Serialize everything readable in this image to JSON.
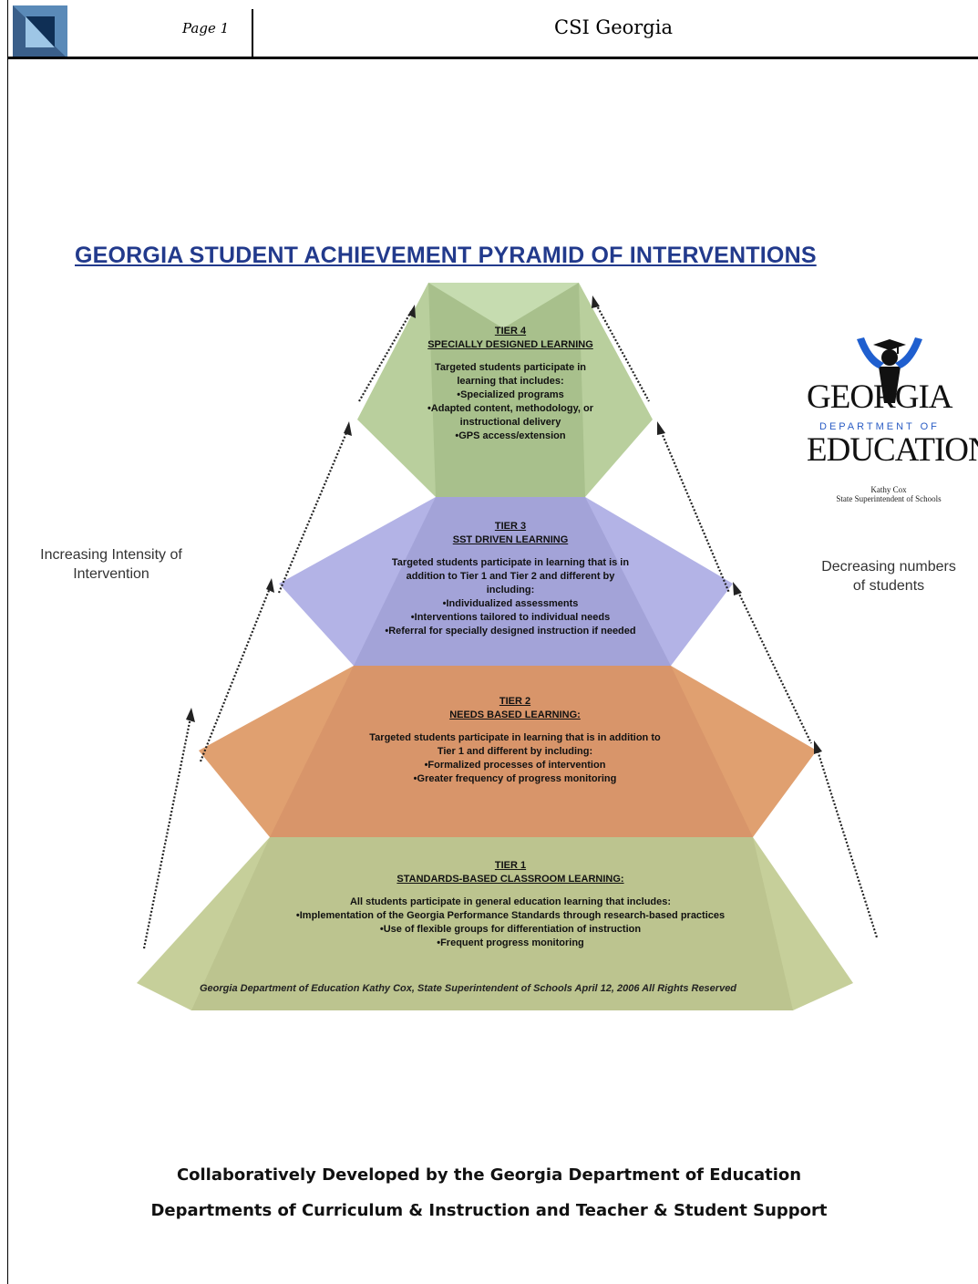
{
  "header": {
    "page_label": "Page 1",
    "doc_title": "CSI Georgia"
  },
  "title": "GEORGIA STUDENT ACHIEVEMENT PYRAMID OF INTERVENTIONS",
  "left_side": [
    "Increasing Intensity of",
    "Intervention"
  ],
  "right_side": [
    "Decreasing numbers",
    "of students"
  ],
  "tiers": [
    {
      "tier": "TIER 4",
      "name": "SPECIALLY DESIGNED LEARNING",
      "intro": [
        "Targeted students participate in",
        "learning that includes:"
      ],
      "bullets": [
        "•Specialized programs",
        "•Adapted content, methodology, or",
        "instructional delivery",
        "•GPS access/extension"
      ],
      "color": "#b9cf9d"
    },
    {
      "tier": "TIER 3",
      "name": "SST DRIVEN LEARNING",
      "intro": [
        "Targeted students participate in learning that is in",
        "addition to Tier 1 and Tier 2 and different by",
        "including:"
      ],
      "bullets": [
        "•Individualized assessments",
        "•Interventions tailored to individual needs",
        "•Referral for specially designed instruction if needed"
      ],
      "color": "#b3b3e6"
    },
    {
      "tier": "TIER 2",
      "name": "NEEDS BASED LEARNING:",
      "intro": [
        "Targeted students participate in learning that is in addition to",
        "Tier 1 and different by including:"
      ],
      "bullets": [
        "•Formalized processes of intervention",
        "•Greater frequency of progress monitoring"
      ],
      "color": "#e0a070"
    },
    {
      "tier": "TIER 1",
      "name": "STANDARDS-BASED CLASSROOM LEARNING:",
      "intro": [
        "All students participate in general education learning that includes:"
      ],
      "bullets": [
        "•Implementation of the Georgia Performance Standards through research-based practices",
        "•Use of flexible groups for differentiation of instruction",
        "•Frequent progress monitoring"
      ],
      "color": "#c6cf9a"
    }
  ],
  "credit": "Georgia Department of Education  Kathy Cox, State Superintendent of Schools  April 12, 2006  All Rights Reserved",
  "logo": {
    "line1": "GEORGIA",
    "line2": "DEPARTMENT OF",
    "line3": "EDUCATION",
    "caption1": "Kathy Cox",
    "caption2": "State Superintendent of Schools"
  },
  "footer": [
    "Collaboratively Developed by the Georgia Department of Education",
    "Departments of Curriculum & Instruction and Teacher & Student Support"
  ]
}
